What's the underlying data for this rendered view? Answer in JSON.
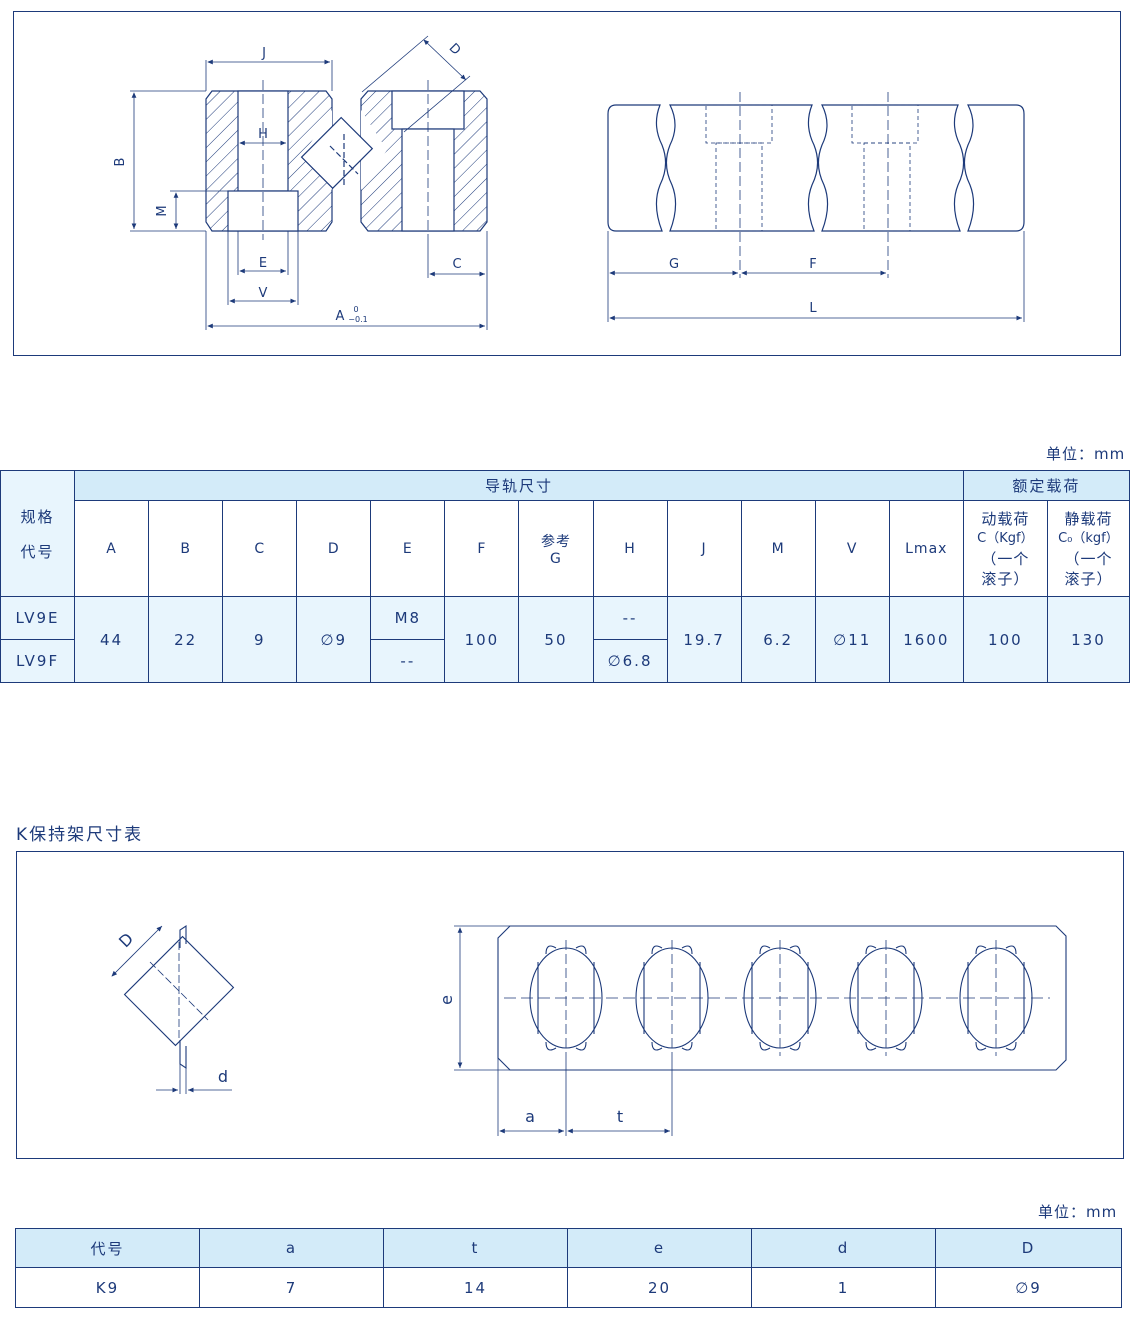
{
  "drawing1": {
    "labels": {
      "J": "J",
      "D": "D",
      "B": "B",
      "H": "H",
      "M": "M",
      "E": "E",
      "V": "V",
      "C": "C",
      "A": "A",
      "A_tol_upper": "0",
      "A_tol_lower": "−0.1",
      "G": "G",
      "F": "F",
      "L": "L"
    }
  },
  "rail_table": {
    "unit": "单位：mm",
    "spec_label_1": "规格",
    "spec_label_2": "代号",
    "group_rail": "导轨尺寸",
    "group_load": "额定载荷",
    "columns": [
      "A",
      "B",
      "C",
      "D",
      "E",
      "F",
      "参考",
      "H",
      "J",
      "M",
      "V",
      "Lmax"
    ],
    "ref_sub": "G",
    "dyn_load": [
      "动载荷",
      "C（Kgf）",
      "（一个",
      "滚子）"
    ],
    "static_load": [
      "静载荷",
      "C₀（kgf）",
      "（一个",
      "滚子）"
    ],
    "rows": {
      "model_e": "LV9E",
      "model_f": "LV9F",
      "A": "44",
      "B": "22",
      "C": "9",
      "D": "∅9",
      "E_e": "M8",
      "E_f": "--",
      "F": "100",
      "G": "50",
      "H_e": "--",
      "H_f": "∅6.8",
      "J": "19.7",
      "M": "6.2",
      "V": "∅11",
      "Lmax": "1600",
      "dyn": "100",
      "static": "130"
    }
  },
  "cage": {
    "title": "K保持架尺寸表",
    "labels": {
      "D": "D",
      "d": "d",
      "e": "e",
      "a": "a",
      "t": "t"
    }
  },
  "cage_table": {
    "unit": "单位：mm",
    "headers": [
      "代号",
      "a",
      "t",
      "e",
      "d",
      "D"
    ],
    "values": [
      "K9",
      "7",
      "14",
      "20",
      "1",
      "∅9"
    ]
  },
  "colors": {
    "ink": "#1d3a7a",
    "header_bg": "#d3ebf9",
    "cell_bg": "#e8f5fd"
  }
}
